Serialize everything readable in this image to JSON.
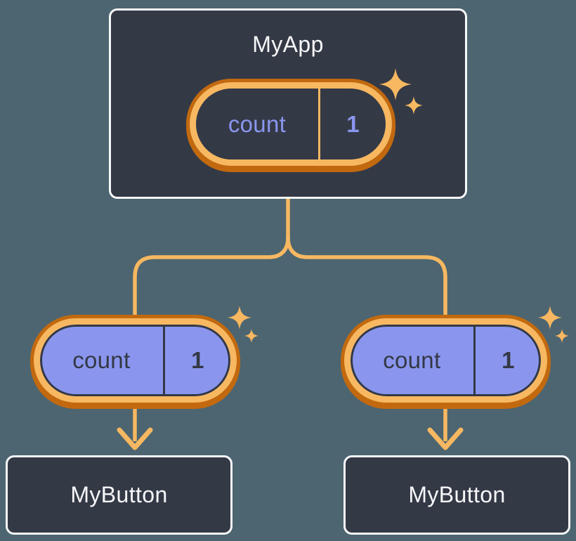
{
  "diagram": {
    "description_colors": {
      "background": "#4D6570",
      "card_background": "#343946",
      "card_border": "#F6F7F9",
      "wire_orange": "#F7B861",
      "ring_dark_orange": "#C2690F",
      "state_purple": "#8A96EE",
      "dark_slate_text": "#333845"
    },
    "root_component": {
      "title": "MyApp",
      "state": {
        "name": "count",
        "value": "1"
      }
    },
    "children": [
      {
        "title": "MyButton",
        "prop": {
          "name": "count",
          "value": "1"
        }
      },
      {
        "title": "MyButton",
        "prop": {
          "name": "count",
          "value": "1"
        }
      }
    ]
  }
}
